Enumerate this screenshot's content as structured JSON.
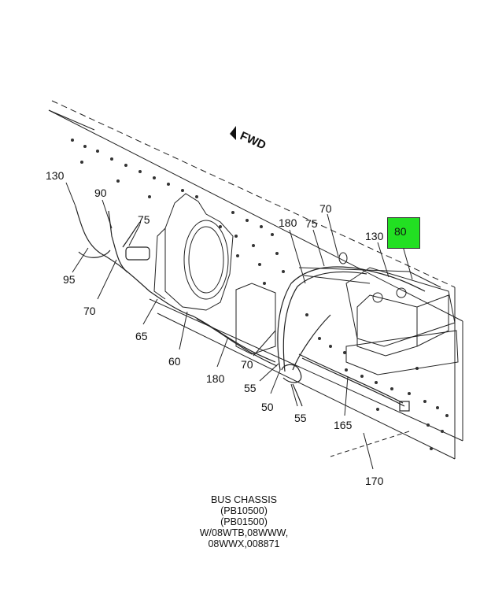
{
  "diagram": {
    "direction_label": "FWD",
    "callouts": {
      "c130a": "130",
      "c90": "90",
      "c75a": "75",
      "c95": "95",
      "c70a": "70",
      "c65": "65",
      "c60": "60",
      "c180a": "180",
      "c70b": "70",
      "c55a": "55",
      "c50": "50",
      "c55b": "55",
      "c165": "165",
      "c170": "170",
      "c180b": "180",
      "c75b": "75",
      "c70c": "70",
      "c130b": "130",
      "c80": "80"
    },
    "highlight_color": "#22e022"
  },
  "caption": {
    "line1": "BUS CHASSIS",
    "line2": "(PB10500)",
    "line3": "(PB01500)",
    "line4": "W/08WTB,08WWW,",
    "line5": "08WWX,008871"
  }
}
